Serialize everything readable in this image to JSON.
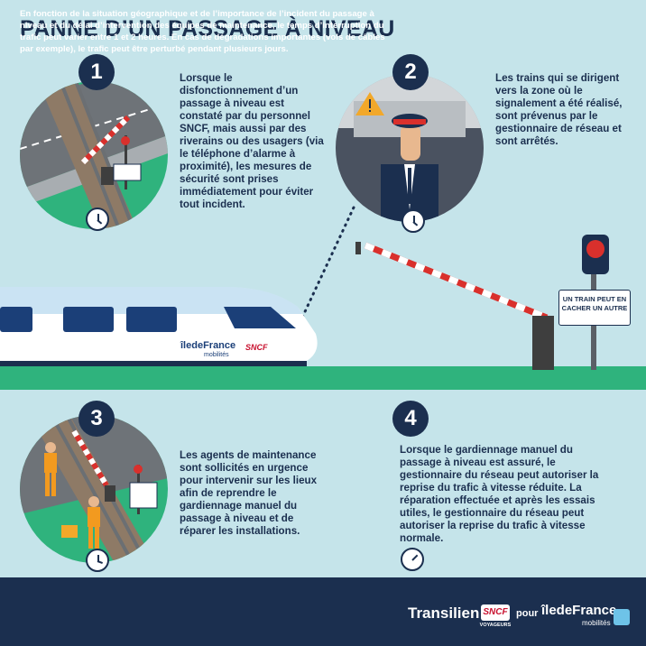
{
  "title": "PANNE D’UN PASSAGE À NIVEAU",
  "steps": [
    {
      "number": "1",
      "text": "Lorsque le disfonctionnement d’un passage à niveau est constaté par du personnel SNCF, mais aussi par des riverains ou des usagers (via le téléphone d’alarme à proximité), les mesures de sécurité sont prises immédiatement pour éviter tout incident."
    },
    {
      "number": "2",
      "text": "Les trains qui se dirigent vers la zone où le signalement a été réalisé, sont prévenus par le gestionnaire de réseau et sont arrêtés."
    },
    {
      "number": "3",
      "text": "Les agents de maintenance sont sollicités en urgence pour intervenir sur les lieux afin de reprendre le gardiennage manuel du passage à niveau et de réparer les installations."
    },
    {
      "number": "4",
      "text": "Lorsque le gardiennage manuel du passage à niveau est assuré, le gestionnaire du réseau peut autoriser la reprise du trafic à vitesse réduite. La réparation effectuée et après les essais utiles, le gestionnaire du réseau peut autoriser la reprise du trafic à vitesse normale."
    }
  ],
  "sign_text": "UN TRAIN PEUT EN CACHER UN AUTRE",
  "train_logo_main": "îledeFrance",
  "train_logo_sub": "mobilités",
  "train_sncf": "SNCF",
  "footer_text": "En fonction de la situation géographique et de l’importance de l’incident du passage à niveau et du délai d’intervention des équipes de maintenance, le temps d’interruption du trafic peut varier entre 1 et 2 heures. En cas de dégradations importantes (vols de câbles par exemple), le trafic peut être perturbé pendant plusieurs jours.",
  "brands": {
    "transilien": "Transilien",
    "sncf": "SNCF",
    "sncf_sub": "VOYAGEURS",
    "pour": "pour",
    "idf": "îledeFrance",
    "idf_sub": "mobilités"
  },
  "colors": {
    "navy": "#1b2f4f",
    "background": "#c5e4ea",
    "green": "#2fb37d",
    "red": "#d9302c"
  },
  "icons": [
    "clock-icon",
    "warning-icon",
    "signal-light-icon",
    "accessibility-icon"
  ]
}
